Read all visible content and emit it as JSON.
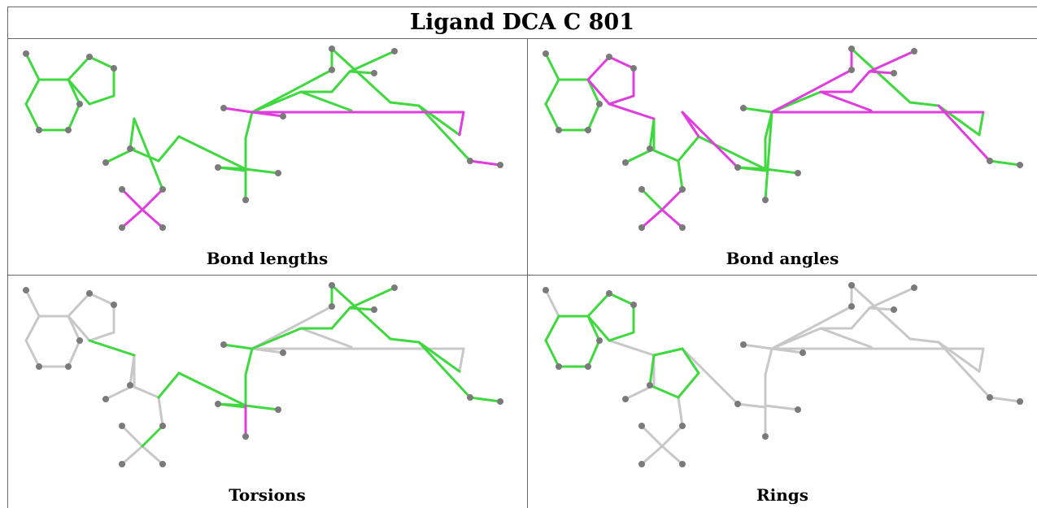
{
  "title": "Ligand DCA C 801",
  "panels": [
    {
      "caption": "Bond lengths",
      "green": [
        "a1-a2",
        "a2-a3",
        "a3-a4",
        "a4-a5",
        "a5-a6",
        "a6-a1",
        "a1-a7",
        "a2-b1",
        "b1-b2",
        "b2-b3",
        "b3-b4",
        "b4-b5",
        "b5-b6",
        "b6-a2",
        "c2-c3",
        "c3-c4",
        "c4-c5",
        "c5-c6",
        "c6-c7",
        "c6-c11",
        "c6-m5",
        "c7-c8",
        "c8-c9",
        "c9-c10",
        "c10-s1",
        "c10-s7",
        "s1-s2",
        "s1-s3",
        "s2-s4",
        "s4-s5",
        "s4-s6",
        "s7-s8",
        "s8-s9",
        "s9-s10",
        "s10-s11",
        "s10-s13",
        "c4-d1",
        "c1-c2",
        "g1-g2"
      ],
      "magenta": [
        "c1-e1",
        "e1-e2",
        "e1-e3",
        "e1-e4",
        "m2-m3",
        "m2-m4",
        "c10-s12",
        "s11-s12",
        "s13-s14"
      ],
      "gray": []
    },
    {
      "caption": "Bond angles",
      "green": [
        "a1-a2",
        "a2-a3",
        "a3-a4",
        "a4-a5",
        "a5-a6",
        "a6-a1",
        "a1-a7",
        "b3-b4",
        "b4-b5",
        "b5-b6",
        "c2-c3",
        "c3-c4",
        "c4-c5",
        "c4-c1",
        "c5-c6",
        "c6-c7",
        "c6-c11",
        "c7-c8",
        "c8-c9",
        "c9-c10",
        "c10-s1",
        "s8-s9",
        "s9-s10",
        "s11-s10",
        "s11-s12",
        "m2-m3",
        "m2-m5",
        "e1-e2",
        "c2-g1",
        "g1-g2",
        "s13-s14"
      ],
      "magenta": [
        "a2-b1",
        "b1-b2",
        "b2-b3",
        "b3-b6",
        "b6-a2",
        "b6-c2",
        "c5-c12",
        "c12-c7",
        "c1-e1",
        "e1-e3",
        "e1-e4",
        "c10-s7",
        "c10-s12",
        "s1-s2",
        "s1-s3",
        "s2-s4",
        "s4-s5",
        "s4-s6",
        "s7-s8",
        "s10-s13"
      ],
      "gray": []
    },
    {
      "caption": "Torsions",
      "green": [
        "b6-c2",
        "c4-c5",
        "c5-c6",
        "c6-c7",
        "c7-c8",
        "c8-c9",
        "c9-c10",
        "c10-s1",
        "s1-s2",
        "s2-s4",
        "s4-s5",
        "s4-s6",
        "s7-s8",
        "s8-s9",
        "s9-s10",
        "s10-s11",
        "s10-s13",
        "s13-s14",
        "c1-e1",
        "c6-c11",
        "m2-m3"
      ],
      "magenta": [
        "c6-m5"
      ],
      "gray": [
        "a1-a2",
        "a2-a3",
        "a3-a4",
        "a4-a5",
        "a5-a6",
        "a6-a1",
        "a1-a7",
        "a2-b1",
        "b1-b2",
        "b2-b3",
        "b3-b4",
        "b4-b5",
        "b5-b6",
        "b6-a2",
        "c2-c3",
        "c3-c4",
        "c4-c1",
        "c2-g1",
        "g1-g2",
        "e1-e2",
        "e1-e3",
        "e1-e4",
        "c10-s7",
        "c10-s12",
        "s1-s3",
        "m2-m4",
        "s11-s12"
      ]
    },
    {
      "caption": "Rings",
      "green": [
        "a1-a2",
        "a2-a3",
        "a3-a4",
        "a4-a5",
        "a5-a6",
        "a6-a1",
        "a2-b1",
        "b1-b2",
        "b2-b3",
        "b3-b6",
        "b6-a2",
        "c2-c3",
        "c3-c4",
        "c4-c5",
        "c5-c12",
        "c12-c2"
      ],
      "magenta": [],
      "gray": [
        "a1-a7",
        "b6-c2",
        "c4-c1",
        "c1-e1",
        "e1-e2",
        "e1-e3",
        "e1-e4",
        "c12-c7",
        "c7-c8",
        "c8-c9",
        "c9-c10",
        "c6-c11",
        "c6-m5",
        "c10-s1",
        "c10-s7",
        "c10-s12",
        "s1-s2",
        "s1-s3",
        "s2-s4",
        "s4-s5",
        "s4-s6",
        "s7-s8",
        "s8-s9",
        "s9-s10",
        "s10-s11",
        "s10-s13",
        "s11-s12",
        "s13-s14",
        "m2-m3",
        "m2-m4",
        "c2-g1",
        "g1-g2"
      ]
    }
  ],
  "colors": {
    "green": "#3fd93f",
    "magenta": "#e03ce0",
    "gray": "#c8c8c8",
    "atom": "#7a7a7a",
    "border": "#666666"
  }
}
